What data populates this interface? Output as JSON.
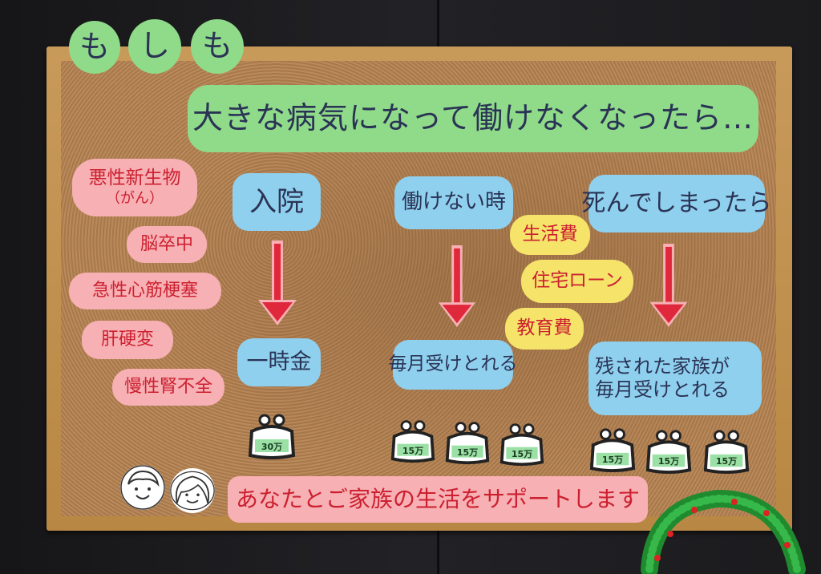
{
  "badge": [
    "も",
    "し",
    "も"
  ],
  "headline": "大きな病気になって働けなくなったら…",
  "diseases": [
    "悪性新生物",
    "（がん）",
    "脳卒中",
    "急性心筋梗塞",
    "肝硬変",
    "慢性腎不全"
  ],
  "columns": [
    {
      "heading": "入院",
      "result": "一時金",
      "amounts": [
        "30万"
      ]
    },
    {
      "heading": "働けない時",
      "result": "毎月受けとれる",
      "amounts": [
        "15万",
        "15万",
        "15万"
      ]
    },
    {
      "heading": "死んでしまったら",
      "result_line1": "残された家族が",
      "result_line2": "毎月受けとれる",
      "amounts": [
        "15万",
        "15万",
        "15万"
      ]
    }
  ],
  "expenses": [
    "生活費",
    "住宅ローン",
    "教育費"
  ],
  "footer": "あなたとご家族の生活をサポートします",
  "colors": {
    "green": "#8fdb8a",
    "blue": "#8fd0ee",
    "pink": "#f7b0b4",
    "yellow": "#f5e36a",
    "red": "#e0283c"
  }
}
